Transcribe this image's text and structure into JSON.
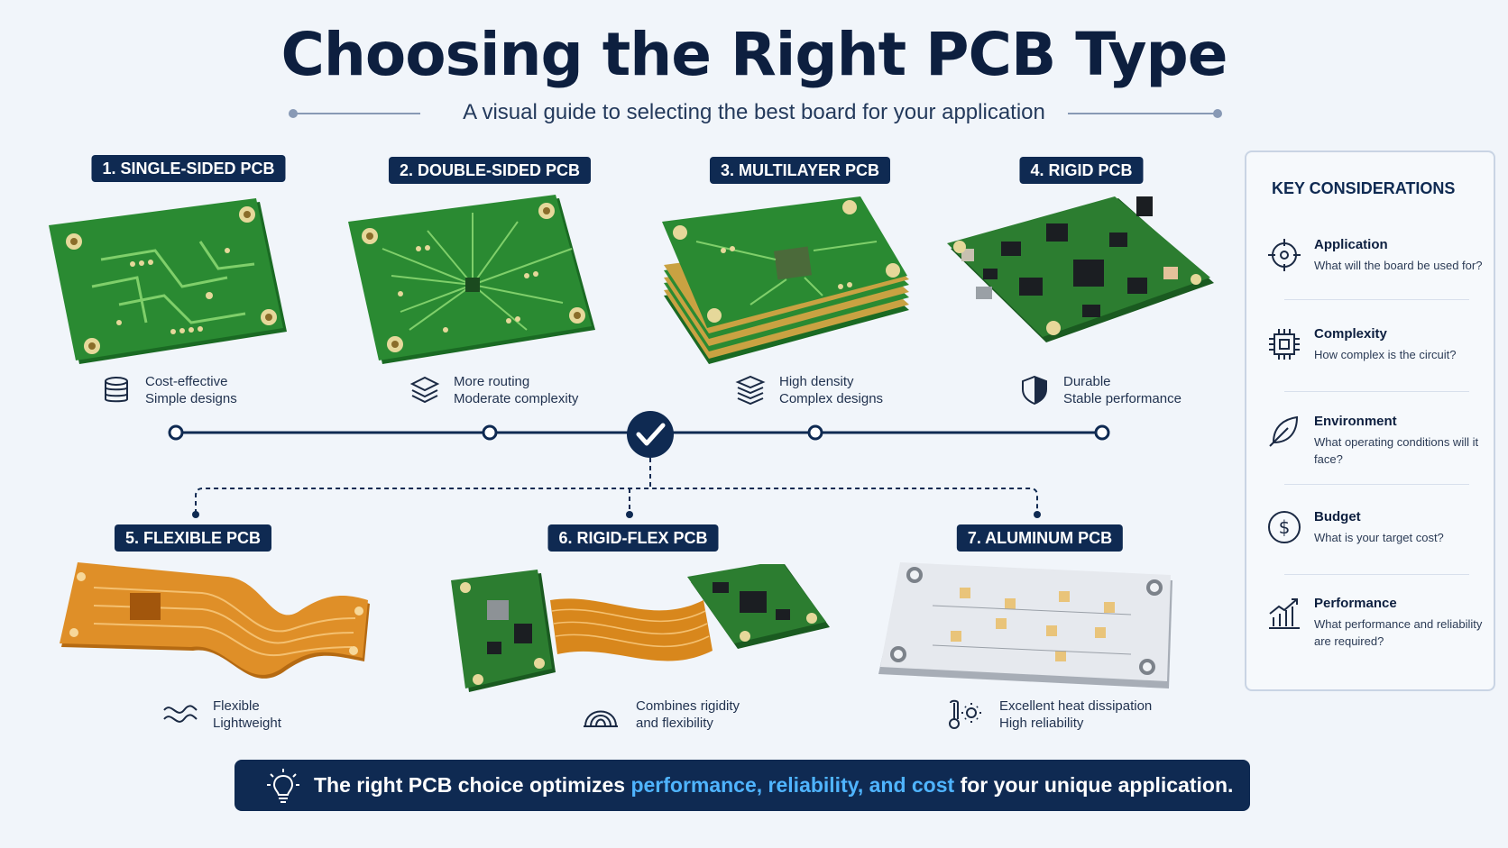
{
  "header": {
    "title": "Choosing the Right PCB Type",
    "subtitle": "A visual guide to selecting the best board for your application"
  },
  "pcb_types": [
    {
      "label": "1. SINGLE-SIDED PCB",
      "line1": "Cost-effective",
      "line2": "Simple designs",
      "icon": "database-stack-icon"
    },
    {
      "label": "2. DOUBLE-SIDED PCB",
      "line1": "More routing",
      "line2": "Moderate complexity",
      "icon": "layers-icon"
    },
    {
      "label": "3. MULTILAYER PCB",
      "line1": "High density",
      "line2": "Complex designs",
      "icon": "stacked-layers-icon"
    },
    {
      "label": "4. RIGID PCB",
      "line1": "Durable",
      "line2": "Stable performance",
      "icon": "shield-icon"
    },
    {
      "label": "5. FLEXIBLE PCB",
      "line1": "Flexible",
      "line2": "Lightweight",
      "icon": "flex-wave-icon"
    },
    {
      "label": "6. RIGID-FLEX PCB",
      "line1": "Combines rigidity",
      "line2": "and flexibility",
      "icon": "arch-icon"
    },
    {
      "label": "7. ALUMINUM PCB",
      "line1": "Excellent heat dissipation",
      "line2": "High reliability",
      "icon": "thermometer-sun-icon"
    }
  ],
  "sidebar": {
    "title": "KEY CONSIDERATIONS",
    "items": [
      {
        "title": "Application",
        "desc": "What will the board be used for?",
        "icon": "crosshair-icon"
      },
      {
        "title": "Complexity",
        "desc": "How complex is the circuit?",
        "icon": "chip-icon"
      },
      {
        "title": "Environment",
        "desc": "What operating conditions will it face?",
        "icon": "leaf-icon"
      },
      {
        "title": "Budget",
        "desc": "What is your target cost?",
        "icon": "dollar-icon"
      },
      {
        "title": "Performance",
        "desc": "What performance and reliability are required?",
        "icon": "bar-chart-icon"
      }
    ]
  },
  "banner": {
    "prefix": "The right PCB choice optimizes ",
    "highlight": "performance, reliability, and cost",
    "suffix": " for your unique application.",
    "icon": "lightbulb-icon"
  },
  "colors": {
    "navy": "#0f2a52",
    "pcb_green": "#1f7a2a",
    "flex_orange": "#d8871c",
    "aluminum": "#e6e9ee",
    "highlight": "#4fb4ff"
  }
}
